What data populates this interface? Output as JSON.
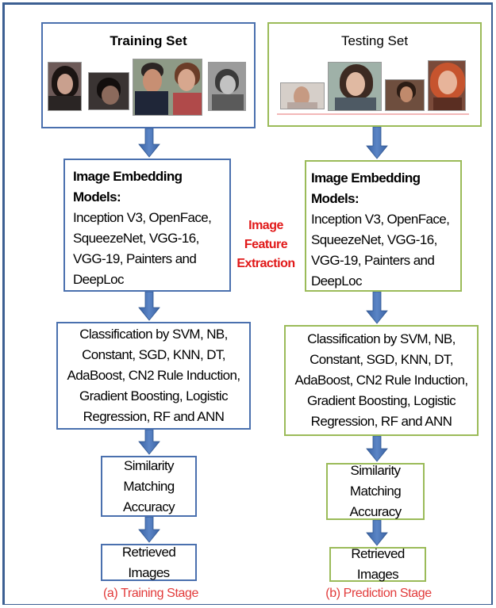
{
  "training": {
    "set_title": "Training Set",
    "embedding_heading": "Image Embedding Models:",
    "embedding_models": "Inception V3, OpenFace, SqueezeNet, VGG-16, VGG-19, Painters and DeepLoc",
    "classification": "Classification by SVM, NB, Constant, SGD, KNN, DT, AdaBoost, CN2 Rule Induction, Gradient Boosting, Logistic Regression, RF and ANN",
    "similarity": "Similarity Matching Accuracy",
    "retrieved": "Retrieved Images",
    "stage_label": "(a) Training Stage"
  },
  "testing": {
    "set_title": "Testing Set",
    "embedding_heading": "Image Embedding Models:",
    "embedding_models": "Inception V3, OpenFace, SqueezeNet, VGG-16, VGG-19, Painters and DeepLoc",
    "classification": "Classification by SVM, NB, Constant, SGD, KNN, DT, AdaBoost, CN2 Rule Induction, Gradient Boosting, Logistic Regression, RF and ANN",
    "similarity": "Similarity Matching Accuracy",
    "retrieved": "Retrieved Images",
    "stage_label": "(b) Prediction Stage"
  },
  "feature_extraction_label": "Image Feature Extraction",
  "colors": {
    "training_border": "#4a70ae",
    "testing_border": "#9bbb59",
    "arrow": "#4a72b0",
    "label_red": "#e11919"
  }
}
